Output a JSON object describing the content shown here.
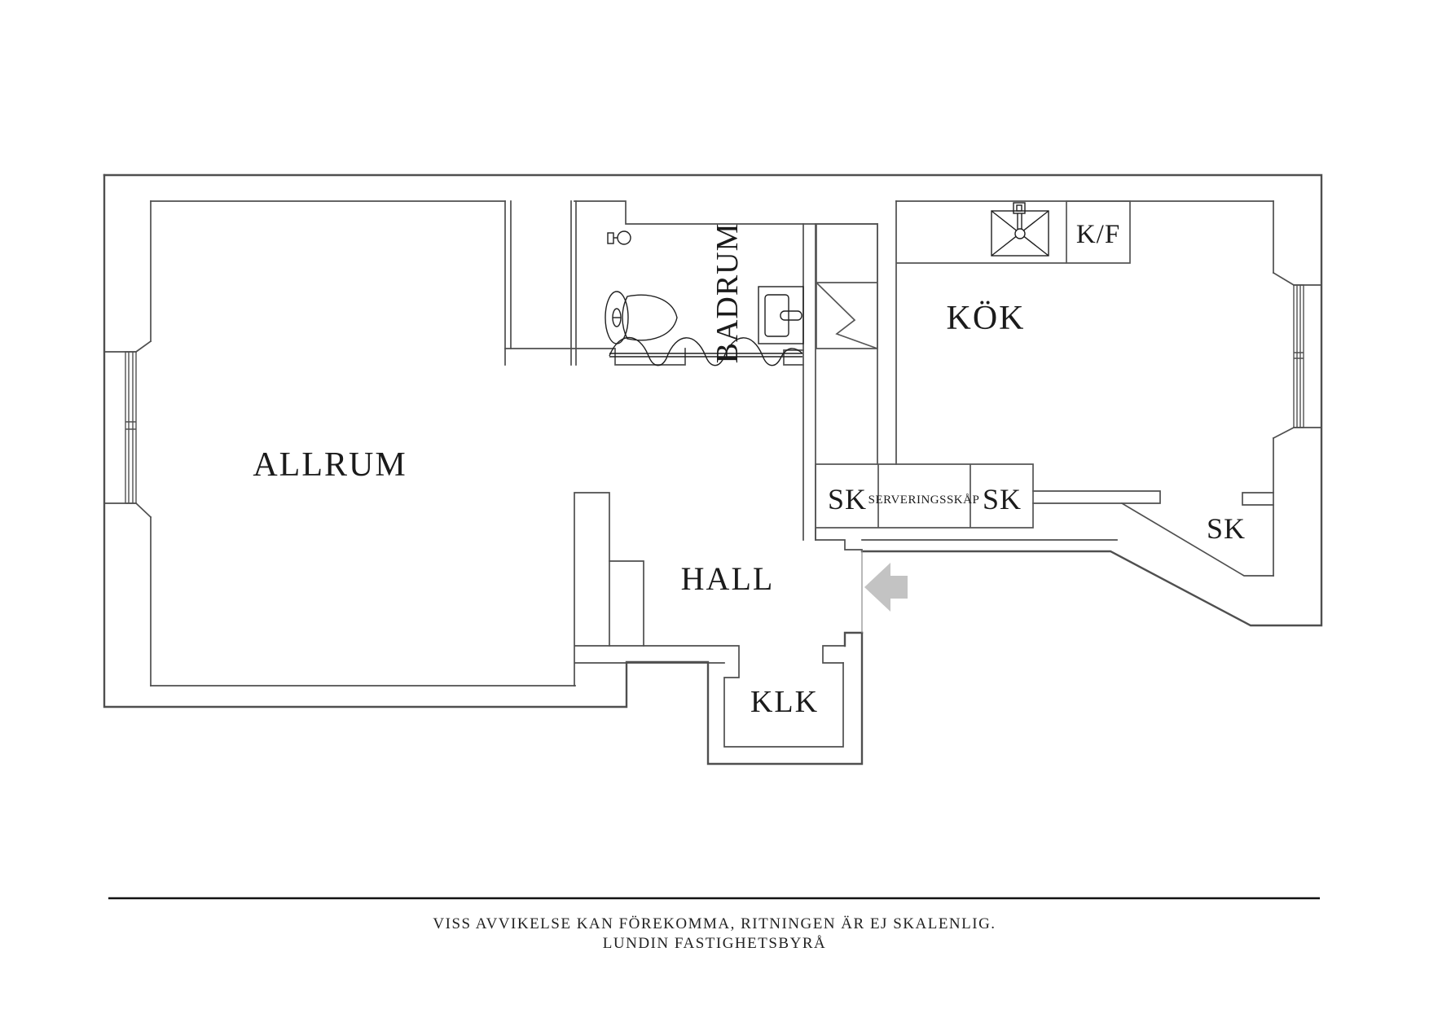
{
  "rooms": {
    "allrum": "ALLRUM",
    "badrum": "BADRUM",
    "kok": "KÖK",
    "hall": "HALL",
    "klk": "KLK"
  },
  "cabinets": {
    "sk_left": "SK",
    "serveringsskap": "SERVERINGSSKÅP",
    "sk_right": "SK",
    "sk_corner": "SK",
    "fridge_freezer": "K/F"
  },
  "footer": {
    "disclaimer": "VISS AVVIKELSE KAN FÖREKOMMA, RITNINGEN ÄR EJ SKALENLIG.",
    "brand": "LUNDIN FASTIGHETSBYRÅ"
  },
  "colors": {
    "wall_line": "#4f4f4f",
    "fixture_line": "#1f1f1f",
    "arrow_fill": "#c3c3c3",
    "background": "#ffffff"
  },
  "icons": {
    "entrance_arrow": "arrow-left",
    "toilet": "toilet",
    "washbasin": "washbasin",
    "shower": "shower-mixer",
    "radiator": "towel-radiator",
    "sink": "kitchen-sink",
    "windows": "double-sash-window"
  }
}
